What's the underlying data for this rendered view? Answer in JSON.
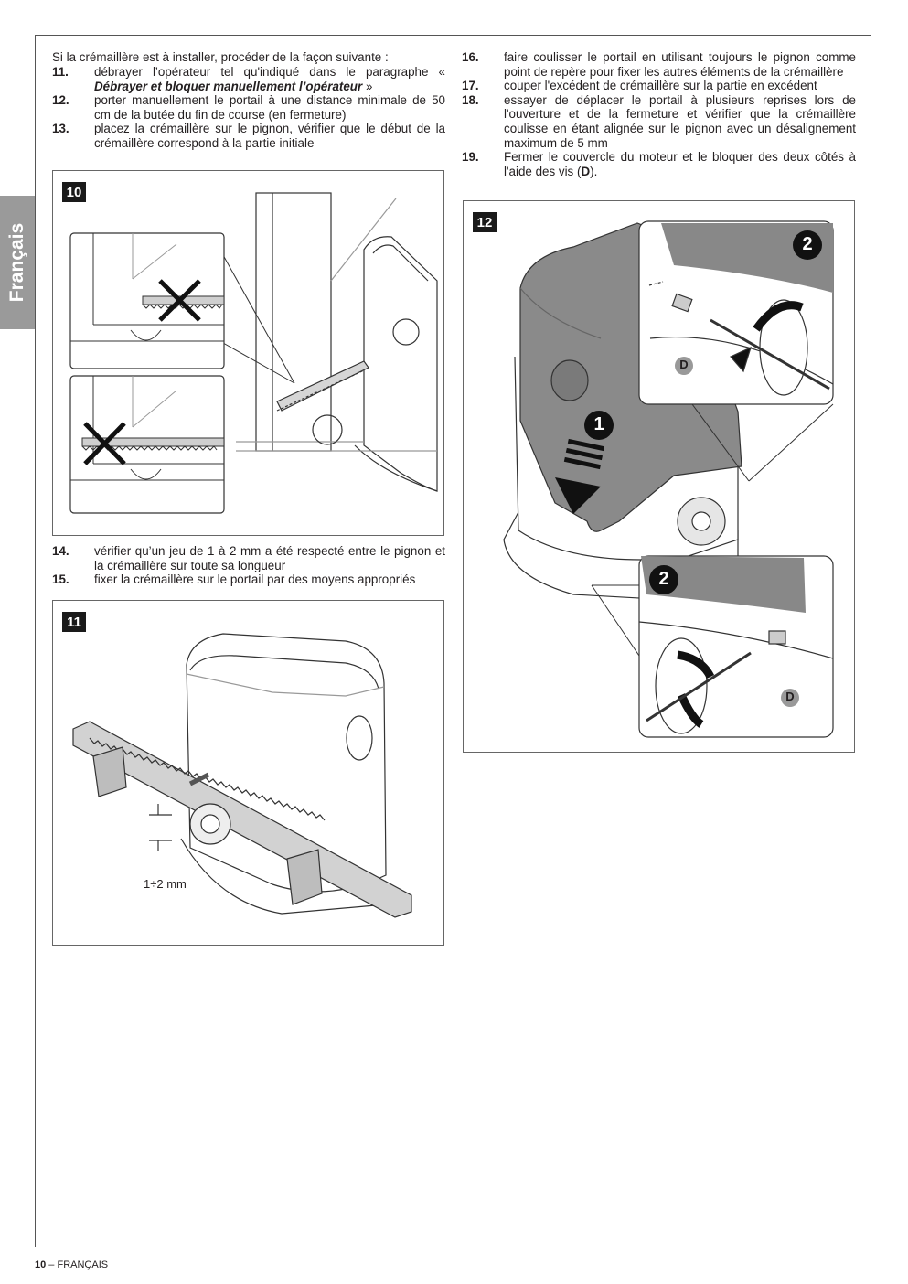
{
  "sidebar": {
    "language": "Français"
  },
  "intro": "Si la crémaillère est à installer, procéder de la façon suivante :",
  "steps_left_top": [
    {
      "num": "11.",
      "text": "débrayer l’opérateur tel qu'indiqué dans le paragraphe «",
      "emph": "Débrayer et bloquer manuellement l’opérateur",
      "after": "»"
    },
    {
      "num": "12.",
      "text": "porter manuellement le portail à une distance minimale de 50 cm de la butée du fin de course (en fermeture)"
    },
    {
      "num": "13.",
      "text": "placez la crémaillère sur le pignon, vérifier que le début de la crémaillère correspond à la partie initiale"
    }
  ],
  "steps_left_bottom": [
    {
      "num": "14.",
      "text": "vérifier qu’un jeu de 1 à 2 mm a été respecté entre le pignon et la crémaillère sur toute sa longueur"
    },
    {
      "num": "15.",
      "text": "fixer la crémaillère sur le portail par des moyens appropriés"
    }
  ],
  "steps_right": [
    {
      "num": "16.",
      "text": "faire coulisser le portail en utilisant toujours le pignon comme point de repère pour fixer les autres éléments de la crémaillère"
    },
    {
      "num": "17.",
      "text": "couper l'excédent de crémaillère sur la partie en excédent"
    },
    {
      "num": "18.",
      "text": "essayer de déplacer le portail à plusieurs reprises lors de l'ouverture et de la fermeture et vérifier que la crémaillère coulisse en étant alignée sur le pignon avec un désalignement maximum de 5 mm"
    },
    {
      "num": "19.",
      "text": "Fermer le couvercle du moteur et le bloquer des deux côtés à l'aide des vis (",
      "emph_plain": "D",
      "after": ")."
    }
  ],
  "figures": {
    "fig10": {
      "number": "10"
    },
    "fig11": {
      "number": "11",
      "clearance_label": "1÷2 mm"
    },
    "fig12": {
      "number": "12",
      "step1": "1",
      "step2": "2",
      "screw_label": "D"
    }
  },
  "footer": {
    "page_number": "10",
    "separator": " – ",
    "language": "FRANÇAIS"
  }
}
